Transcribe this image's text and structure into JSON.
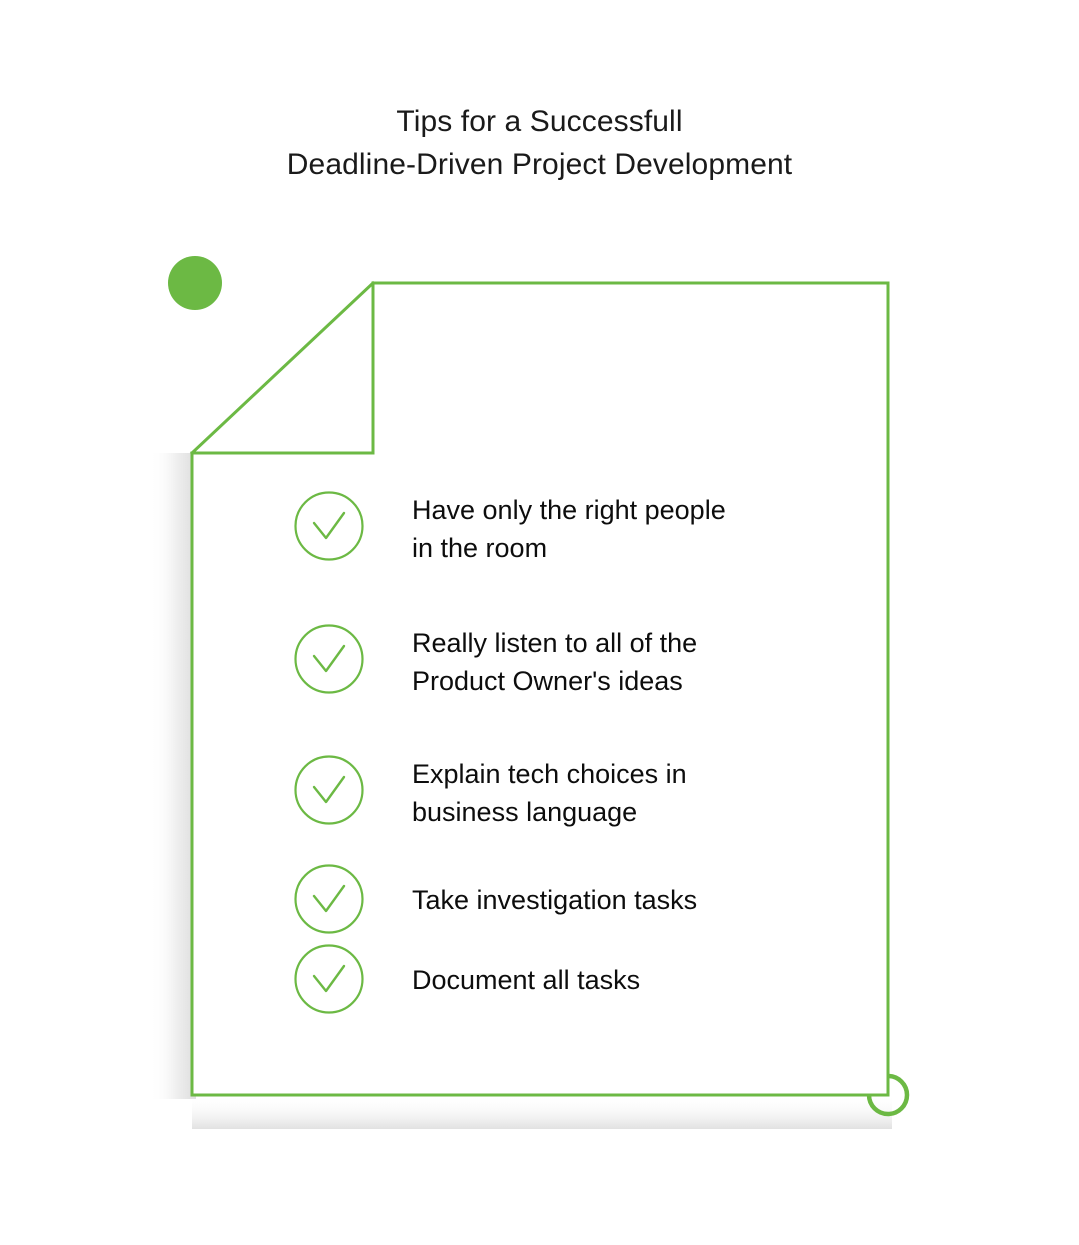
{
  "title": {
    "line1": "Tips for a Successfull",
    "line2": "Deadline-Driven Project Development"
  },
  "colors": {
    "accent_green": "#6cb944",
    "border_green": "#6cb944",
    "text_dark": "#0d0d0d",
    "title_dark": "#1a1a1a",
    "page_background": "#ffffff",
    "card_background": "#ffffff"
  },
  "card": {
    "shape": "folded-corner-document",
    "fold_corner": "top-left"
  },
  "decorations": [
    {
      "name": "green-dot",
      "style": "filled",
      "color": "#6cb944"
    },
    {
      "name": "green-ring",
      "style": "outline",
      "color": "#6cb944"
    }
  ],
  "checklist": {
    "icon_name": "check-circle-icon",
    "items": [
      {
        "text": "Have only the right people\nin the room",
        "lines": 2
      },
      {
        "text": "Really listen to all of the\nProduct Owner's ideas",
        "lines": 2
      },
      {
        "text": "Explain tech choices in\nbusiness language",
        "lines": 2
      },
      {
        "text": "Take investigation tasks",
        "lines": 1
      },
      {
        "text": "Document all tasks",
        "lines": 1
      }
    ]
  }
}
